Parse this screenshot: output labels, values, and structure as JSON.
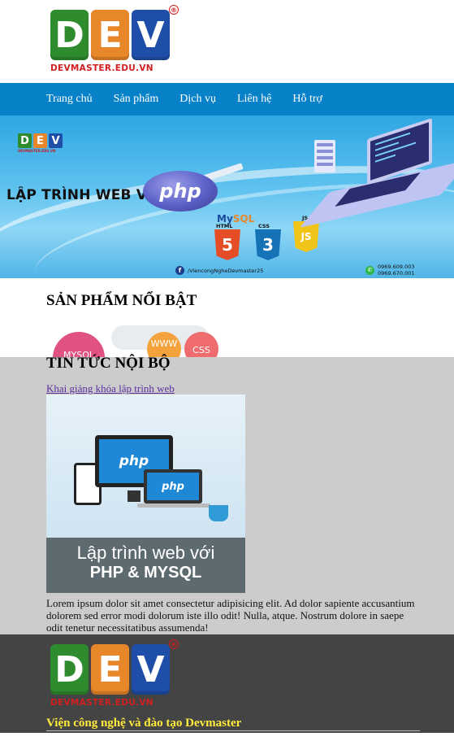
{
  "brand": {
    "logo_letters": [
      "D",
      "E",
      "V"
    ],
    "logo_domain": "DEVMASTER.EDU.VN",
    "registered_mark": "®",
    "colors": {
      "d": "#2e8b2e",
      "e": "#e8862a",
      "v": "#1f4ea8",
      "domain": "#d21f1f"
    }
  },
  "nav": {
    "background": "#0781c8",
    "items": [
      {
        "label": "Trang chủ"
      },
      {
        "label": "Sản phẩm"
      },
      {
        "label": "Dịch vụ"
      },
      {
        "label": "Liên hệ"
      },
      {
        "label": "Hỗ trợ"
      }
    ]
  },
  "banner": {
    "title": "LẬP TRÌNH WEB VỚI",
    "php_label": "php",
    "mysql_label_a": "My",
    "mysql_label_b": "SQL",
    "badges": [
      {
        "label": "HTML",
        "digit": "5",
        "color": "#e44d26"
      },
      {
        "label": "CSS",
        "digit": "3",
        "color": "#1572b6"
      },
      {
        "label": "JS",
        "digit": "JS",
        "color": "#f0c419"
      }
    ],
    "facebook": "/ViencongNgheDevmaster25",
    "phone_1": "0969.609.003",
    "phone_2": "0969.670.001"
  },
  "products": {
    "title": "SẢN PHẨM NỔI BẬT",
    "thumb_labels": [
      "MYSQL",
      "WWW",
      "CSS"
    ]
  },
  "news": {
    "title": "TIN TỨC NỘI BỘ",
    "link": "Khai giảng khóa lập trình web",
    "image_caption_line1": "Lập trình web với",
    "image_caption_line2": "PHP & MYSQL",
    "image_php_label": "php",
    "body": "Lorem ipsum dolor sit amet consectetur adipisicing elit. Ad dolor sapiente accusantium dolorem sed error modi dolorum iste illo odit! Nulla, atque. Nostrum dolore in saepe odit tenetur necessitatibus assumenda!"
  },
  "footer": {
    "tagline": "Viện công nghệ và đào tạo Devmaster",
    "background": "#444444",
    "tagline_color": "#ffeb3b"
  }
}
